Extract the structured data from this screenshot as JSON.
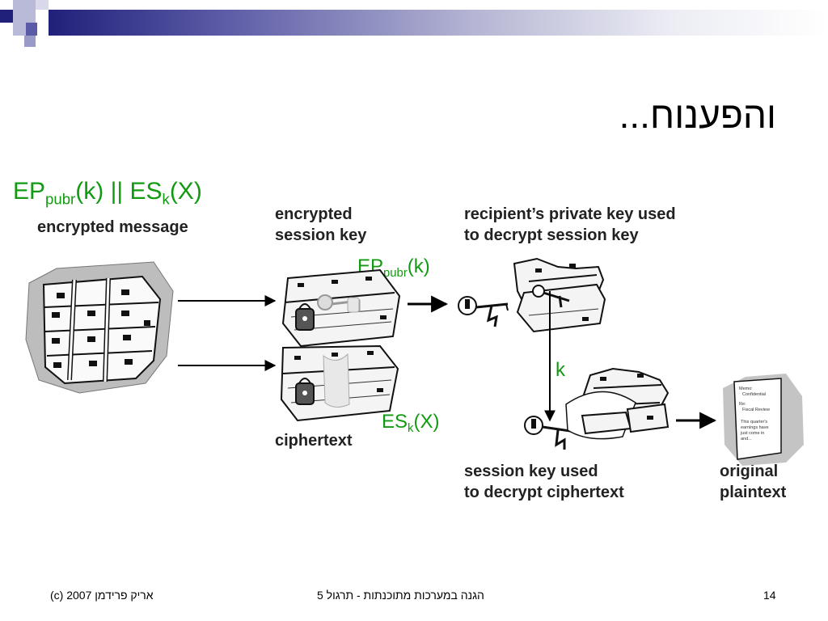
{
  "title": "והפענוח...",
  "formulas": {
    "main": {
      "a": "EP",
      "a_sub": "pubr",
      "b": "(k) || ES",
      "b_sub": "k",
      "c": "(X)"
    },
    "session_key": {
      "a": "EP",
      "a_sub": "pubr",
      "b": "(k)"
    },
    "cipher": {
      "a": "ES",
      "a_sub": "k",
      "b": "(X)"
    },
    "key_label": "k"
  },
  "labels": {
    "encrypted_message": "encrypted message",
    "encrypted_session_key_1": "encrypted",
    "encrypted_session_key_2": "session key",
    "recipient_1": "recipient’s private key used",
    "recipient_2": "to decrypt session key",
    "ciphertext": "ciphertext",
    "session_used_1": "session key used",
    "session_used_2": "to decrypt ciphertext",
    "original_1": "original",
    "original_2": "plaintext"
  },
  "document_text": {
    "line1": "Memo:",
    "line2": "Confidential",
    "line3": "Re:",
    "line4": "Fiscal Review",
    "line5": "This quarter's",
    "line6": "earnings have",
    "line7": "just come in",
    "line8": "and..."
  },
  "footer": {
    "left": "(c) 2007 אריק פרידמן",
    "center": "הגנה במערכות מתוכנתות - תרגול 5",
    "page": "14"
  },
  "colors": {
    "formula_green": "#129a12",
    "header_navy": "#20207a",
    "header_light": "#9a9ac8"
  }
}
